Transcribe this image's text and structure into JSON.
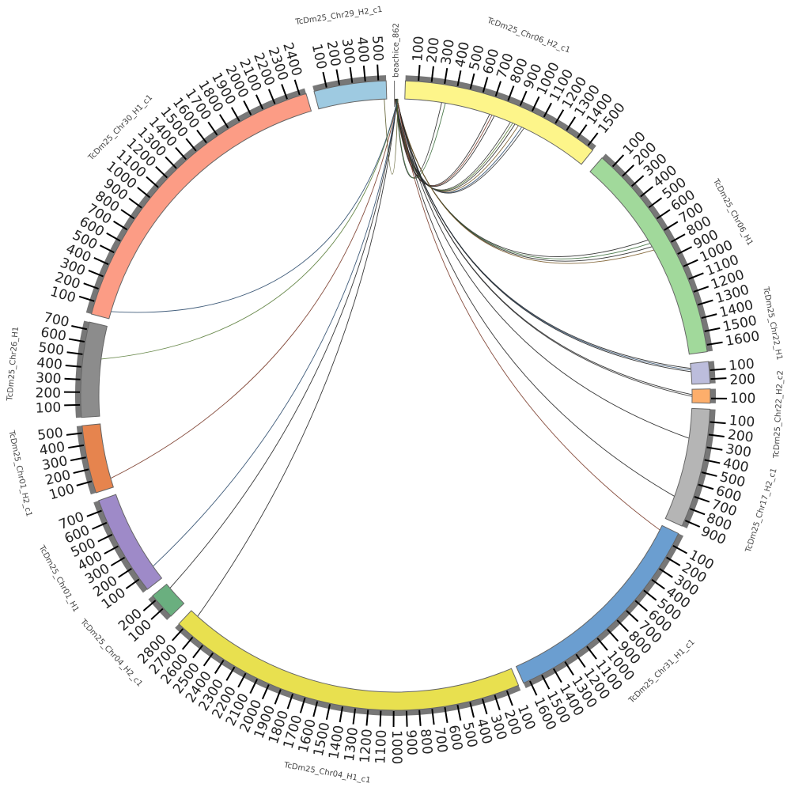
{
  "chart_data": {
    "type": "chord",
    "tick_step": 100,
    "segments": [
      {
        "name": "beachice_862",
        "length": 862,
        "start_deg": -0.2,
        "end_deg": 0.5,
        "color": "#ffffff",
        "ticks": false
      },
      {
        "name": "TcDm25_Chr06_H2_c1",
        "length": 1550,
        "start_deg": 1.8,
        "end_deg": 38.8,
        "color": "#fdf58a",
        "ticks": true
      },
      {
        "name": "TcDm25_Chr06_H1",
        "length": 1650,
        "start_deg": 41.0,
        "end_deg": 82.0,
        "color": "#a1d99b",
        "ticks": true
      },
      {
        "name": "TcDm25_Chr22_H1",
        "length": 250,
        "start_deg": 83.8,
        "end_deg": 87.8,
        "color": "#bcbddc",
        "ticks": true
      },
      {
        "name": "TcDm25_Chr22_H2_c2",
        "length": 150,
        "start_deg": 88.8,
        "end_deg": 91.4,
        "color": "#fdae6b",
        "ticks": true
      },
      {
        "name": "TcDm25_Chr17_H2_c1",
        "length": 950,
        "start_deg": 92.5,
        "end_deg": 114.5,
        "color": "#b5b5b5",
        "ticks": true
      },
      {
        "name": "TcDm25_Chr31_H1_c1",
        "length": 1650,
        "start_deg": 116.0,
        "end_deg": 156.0,
        "color": "#6b9ed0",
        "ticks": true
      },
      {
        "name": "TcDm25_Chr04_H1_c1",
        "length": 2850,
        "start_deg": 157.0,
        "end_deg": 223.5,
        "color": "#e8e04f",
        "ticks": true
      },
      {
        "name": "TcDm25_Chr04_H2_c1",
        "length": 250,
        "start_deg": 225.5,
        "end_deg": 230.5,
        "color": "#6aaf7f",
        "ticks": true
      },
      {
        "name": "TcDm25_Chr01_H1",
        "length": 780,
        "start_deg": 232.0,
        "end_deg": 250.5,
        "color": "#9e8ac8",
        "ticks": true
      },
      {
        "name": "TcDm25_Chr01_H2_c1",
        "length": 560,
        "start_deg": 252.0,
        "end_deg": 264.5,
        "color": "#e6844e",
        "ticks": true
      },
      {
        "name": "TcDm25_Chr26_H1",
        "length": 760,
        "start_deg": 266.0,
        "end_deg": 283.5,
        "color": "#8c8c8c",
        "ticks": true
      },
      {
        "name": "TcDm25_Chr30_H1_c1",
        "length": 2450,
        "start_deg": 285.0,
        "end_deg": 343.5,
        "color": "#fc9c85",
        "ticks": true
      },
      {
        "name": "TcDm25_Chr29_H2_c1",
        "length": 560,
        "start_deg": 345.0,
        "end_deg": 358.3,
        "color": "#9ecae1",
        "ticks": true
      }
    ],
    "links": [
      {
        "from": [
          0,
          100
        ],
        "to": [
          1,
          880
        ],
        "color": "#333333"
      },
      {
        "from": [
          0,
          150
        ],
        "to": [
          1,
          900
        ],
        "color": "#5a7d3a"
      },
      {
        "from": [
          0,
          200
        ],
        "to": [
          1,
          920
        ],
        "color": "#222222"
      },
      {
        "from": [
          0,
          250
        ],
        "to": [
          1,
          950
        ],
        "color": "#7a5b2a"
      },
      {
        "from": [
          0,
          300
        ],
        "to": [
          1,
          980
        ],
        "color": "#2b4a6b"
      },
      {
        "from": [
          0,
          350
        ],
        "to": [
          1,
          1000
        ],
        "color": "#333333"
      },
      {
        "from": [
          0,
          120
        ],
        "to": [
          1,
          700
        ],
        "color": "#222222"
      },
      {
        "from": [
          0,
          180
        ],
        "to": [
          1,
          720
        ],
        "color": "#7a3b2a"
      },
      {
        "from": [
          0,
          260
        ],
        "to": [
          1,
          740
        ],
        "color": "#222222"
      },
      {
        "from": [
          0,
          400
        ],
        "to": [
          1,
          300
        ],
        "color": "#222222"
      },
      {
        "from": [
          0,
          420
        ],
        "to": [
          1,
          330
        ],
        "color": "#3a6b3a"
      },
      {
        "from": [
          0,
          450
        ],
        "to": [
          2,
          700
        ],
        "color": "#222222"
      },
      {
        "from": [
          0,
          470
        ],
        "to": [
          2,
          730
        ],
        "color": "#3a6b3a"
      },
      {
        "from": [
          0,
          500
        ],
        "to": [
          2,
          760
        ],
        "color": "#222222"
      },
      {
        "from": [
          0,
          520
        ],
        "to": [
          2,
          790
        ],
        "color": "#7a5b2a"
      },
      {
        "from": [
          0,
          540
        ],
        "to": [
          3,
          60
        ],
        "color": "#222222"
      },
      {
        "from": [
          0,
          560
        ],
        "to": [
          3,
          80
        ],
        "color": "#2b4a6b"
      },
      {
        "from": [
          0,
          580
        ],
        "to": [
          3,
          100
        ],
        "color": "#222222"
      },
      {
        "from": [
          0,
          600
        ],
        "to": [
          4,
          60
        ],
        "color": "#222222"
      },
      {
        "from": [
          0,
          610
        ],
        "to": [
          4,
          80
        ],
        "color": "#333333"
      },
      {
        "from": [
          0,
          630
        ],
        "to": [
          5,
          250
        ],
        "color": "#222222"
      },
      {
        "from": [
          0,
          650
        ],
        "to": [
          5,
          750
        ],
        "color": "#222222"
      },
      {
        "from": [
          0,
          670
        ],
        "to": [
          6,
          40
        ],
        "color": "#7a3b2a"
      },
      {
        "from": [
          0,
          690
        ],
        "to": [
          7,
          2780
        ],
        "color": "#222222"
      },
      {
        "from": [
          0,
          710
        ],
        "to": [
          8,
          200
        ],
        "color": "#222222"
      },
      {
        "from": [
          0,
          730
        ],
        "to": [
          9,
          120
        ],
        "color": "#2b4a6b"
      },
      {
        "from": [
          0,
          750
        ],
        "to": [
          10,
          80
        ],
        "color": "#7a3b2a"
      },
      {
        "from": [
          0,
          780
        ],
        "to": [
          11,
          480
        ],
        "color": "#5a7d3a"
      },
      {
        "from": [
          0,
          800
        ],
        "to": [
          12,
          60
        ],
        "color": "#2b4a6b"
      },
      {
        "from": [
          0,
          830
        ],
        "to": [
          13,
          540
        ],
        "color": "#5a5a2a"
      }
    ]
  }
}
